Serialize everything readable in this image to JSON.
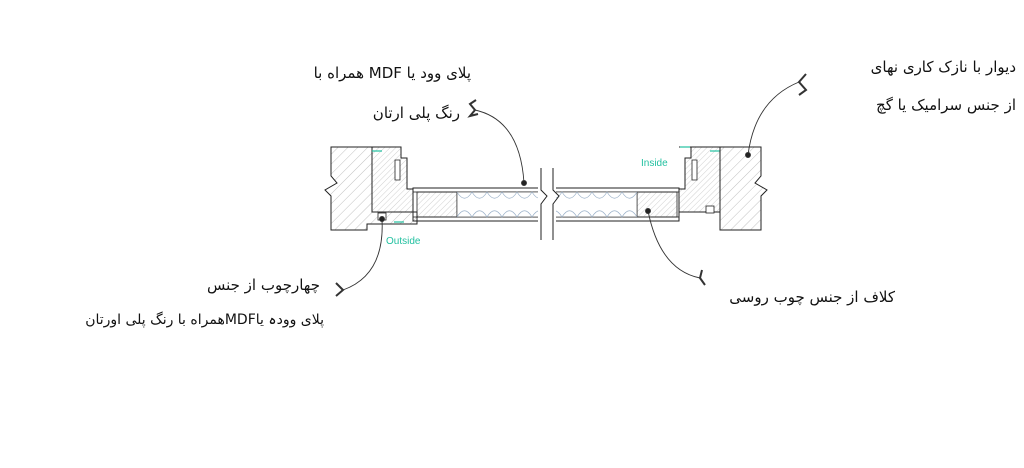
{
  "labels": {
    "top_center": {
      "line1": "پلای وود یا MDF همراه با",
      "line2": "رنگ پلی ارتان"
    },
    "top_right": {
      "line1": "دیوار با نازک کاری نهای",
      "line2": "از جنس سرامیک یا گچ"
    },
    "bottom_left": {
      "line1": "چهارچوب از جنس",
      "line2": "پلای وودہ یاMDFهمراه با رنگ پلی اورتان"
    },
    "bottom_right": {
      "line1": "کلاف از جنس چوب روسی"
    }
  },
  "tags": {
    "inside": "Inside",
    "outside": "Outside"
  },
  "colors": {
    "tag_green": "#22c0a0",
    "line": "#222222",
    "hatch": "#9a9a9a",
    "insulation": "#9ab0c8"
  }
}
